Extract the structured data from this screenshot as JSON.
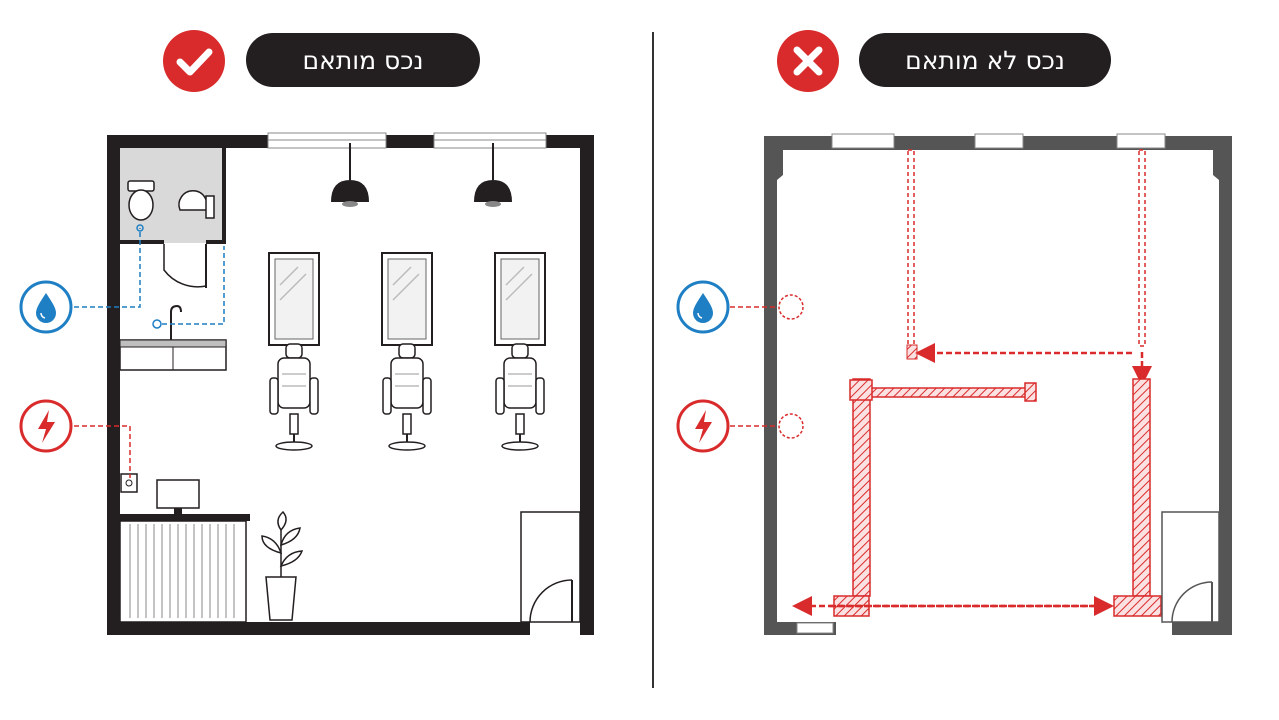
{
  "left_panel": {
    "status": "suitable",
    "title": "נכס מותאם",
    "check_color": "#d92b2b",
    "badge_icon": "check-icon",
    "services": [
      {
        "name": "water",
        "icon": "water-drop-icon",
        "color": "#1f7fc4"
      },
      {
        "name": "electricity",
        "icon": "lightning-icon",
        "color": "#d92b2b"
      }
    ],
    "fixtures": [
      "toilet",
      "sink",
      "hanging-lamp",
      "hanging-lamp",
      "mirror",
      "mirror",
      "mirror",
      "barber-chair",
      "barber-chair",
      "barber-chair",
      "electrical-outlet",
      "reception-desk",
      "monitor",
      "plant",
      "door"
    ]
  },
  "right_panel": {
    "status": "unsuitable",
    "title": "נכס לא מותאם",
    "cross_color": "#d92b2b",
    "badge_icon": "cross-icon",
    "services": [
      {
        "name": "water",
        "icon": "water-drop-icon",
        "color": "#1f7fc4",
        "connected": false
      },
      {
        "name": "electricity",
        "icon": "lightning-icon",
        "color": "#d92b2b",
        "connected": false
      }
    ],
    "problems": [
      "structural-columns",
      "partition-to-remove",
      "dashed-relocation-arrows"
    ]
  },
  "colors": {
    "wall": "#231f20",
    "wall_gray": "#555555",
    "accent_red": "#d92b2b",
    "water_blue": "#1f7fc4",
    "restroom_gray": "#d9d9d9"
  }
}
